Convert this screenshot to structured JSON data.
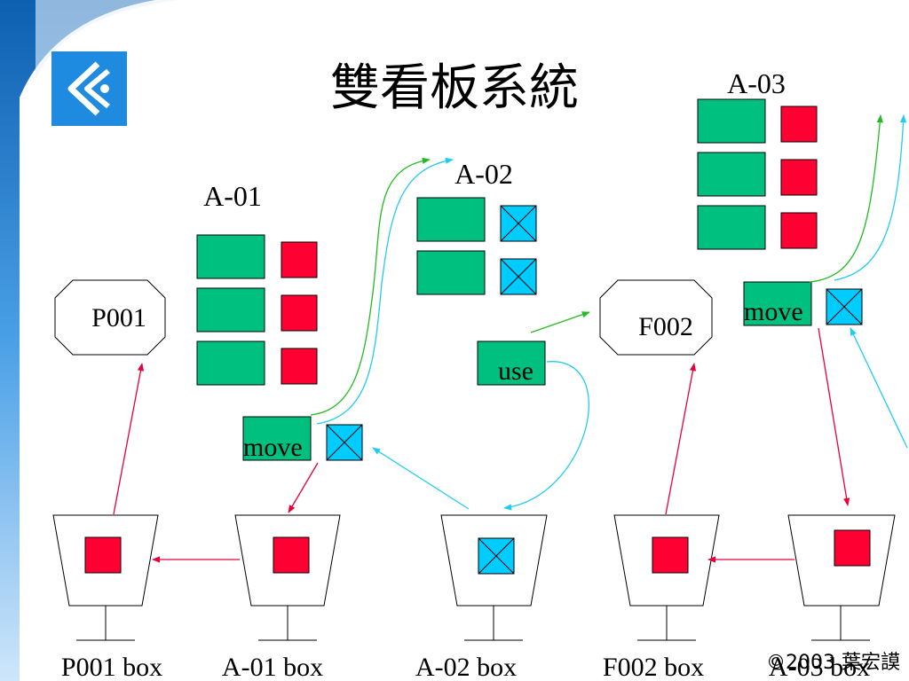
{
  "title": "雙看板系統",
  "stations": {
    "a01": "A-01",
    "a02": "A-02",
    "a03": "A-03"
  },
  "processes": {
    "p001": "P001",
    "f002": "F002"
  },
  "actions": {
    "move_a01": "move",
    "use": "use",
    "move_a03": "move"
  },
  "boxes": {
    "p001_box": "P001 box",
    "a01_box": "A-01 box",
    "a02_box": "A-02 box",
    "f002_box": "F002 box",
    "a03_box": "A-03 box"
  },
  "copyright": "©2003 葉宏謨",
  "colors": {
    "teal": "#00c080",
    "red": "#ff0033",
    "cyan": "#00ccff",
    "arrow_red": "#e8003a",
    "arrow_green": "#22bb22",
    "arrow_cyan": "#22ccee",
    "sidebar": "#1a7acc"
  }
}
